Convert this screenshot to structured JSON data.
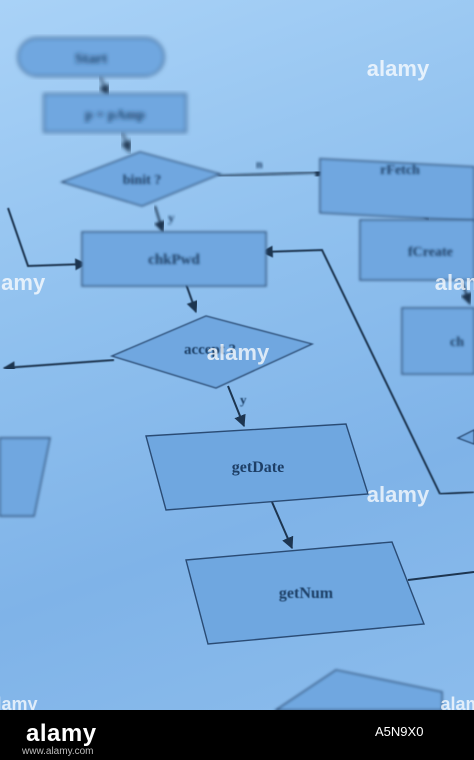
{
  "flowchart": {
    "start_label": "Start",
    "init_label": "p = pAmp",
    "decision_binit": "binit ?",
    "branch_n": "n",
    "branch_y1": "y",
    "rfetch_label": "rFetch",
    "chkpwd_label": "chkPwd",
    "fcreate_label": "fCreate",
    "right_partial_label": "ch",
    "accept_label": "accept ?",
    "branch_y2": "y",
    "getdate_label": "getDate",
    "getnum_label": "getNum"
  },
  "watermarks": [
    "alamy",
    "alamy",
    "alamy",
    "alamy",
    "alamy",
    "alamy",
    "alamy"
  ],
  "footer": {
    "brand": "alamy",
    "image_code": "A5N9X0",
    "url": "www.alamy.com"
  },
  "colors": {
    "paper": "#8fc0ee",
    "shape_fill": "#6fa7e0",
    "line": "#1d3550"
  }
}
